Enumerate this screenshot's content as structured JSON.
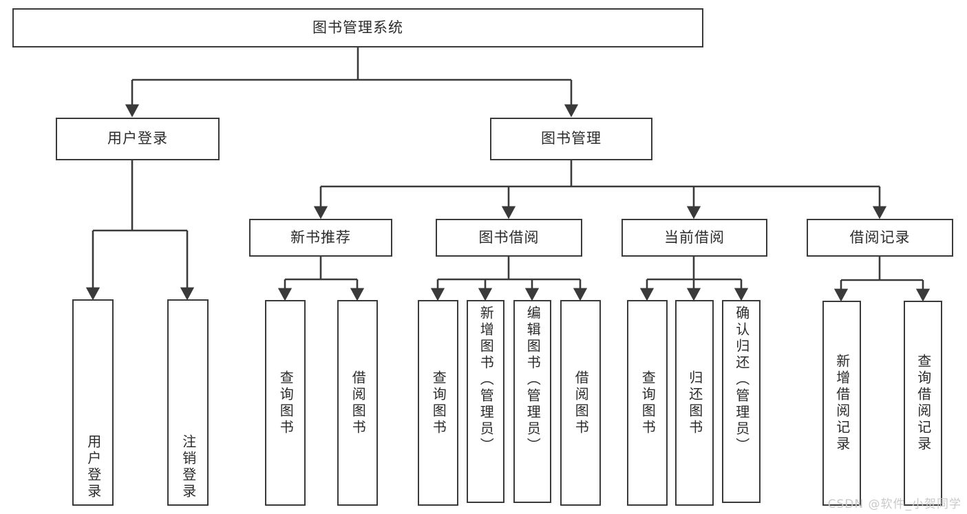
{
  "diagram": {
    "kind": "tree",
    "title": "图书管理系统",
    "watermark": "CSDN @软件_小贺同学",
    "colors": {
      "background": "#ffffff",
      "box_fill": "#ffffff",
      "box_border": "#3a3a3a",
      "edge": "#3a3a3a",
      "text": "#2b2b2b",
      "watermark": "#c9c9c9"
    },
    "root": {
      "label": "图书管理系统"
    },
    "level2": [
      {
        "id": "user-login",
        "label": "用户登录"
      },
      {
        "id": "book-manage",
        "label": "图书管理"
      }
    ],
    "level3": [
      {
        "id": "new-book-rec",
        "label": "新书推荐"
      },
      {
        "id": "book-borrow",
        "label": "图书借阅"
      },
      {
        "id": "current-borrow",
        "label": "当前借阅"
      },
      {
        "id": "borrow-record",
        "label": "借阅记录"
      }
    ],
    "leaves": {
      "user-login": [
        {
          "id": "leaf-user-login",
          "label": "用户登录"
        },
        {
          "id": "leaf-logout",
          "label": "注销登录"
        }
      ],
      "new-book-rec": [
        {
          "id": "leaf-query-book-1",
          "label": "查询图书"
        },
        {
          "id": "leaf-borrow-book-1",
          "label": "借阅图书"
        }
      ],
      "book-borrow": [
        {
          "id": "leaf-query-book-2",
          "label": "查询图书"
        },
        {
          "id": "leaf-add-book",
          "label": "新增图书（管理员）"
        },
        {
          "id": "leaf-edit-book",
          "label": "编辑图书（管理员）"
        },
        {
          "id": "leaf-borrow-book-2",
          "label": "借阅图书"
        }
      ],
      "current-borrow": [
        {
          "id": "leaf-query-book-3",
          "label": "查询图书"
        },
        {
          "id": "leaf-return-book",
          "label": "归还图书"
        },
        {
          "id": "leaf-confirm-return",
          "label": "确认归还（管理员）"
        }
      ],
      "borrow-record": [
        {
          "id": "leaf-add-record",
          "label": "新增借阅记录"
        },
        {
          "id": "leaf-query-record",
          "label": "查询借阅记录"
        }
      ]
    }
  }
}
